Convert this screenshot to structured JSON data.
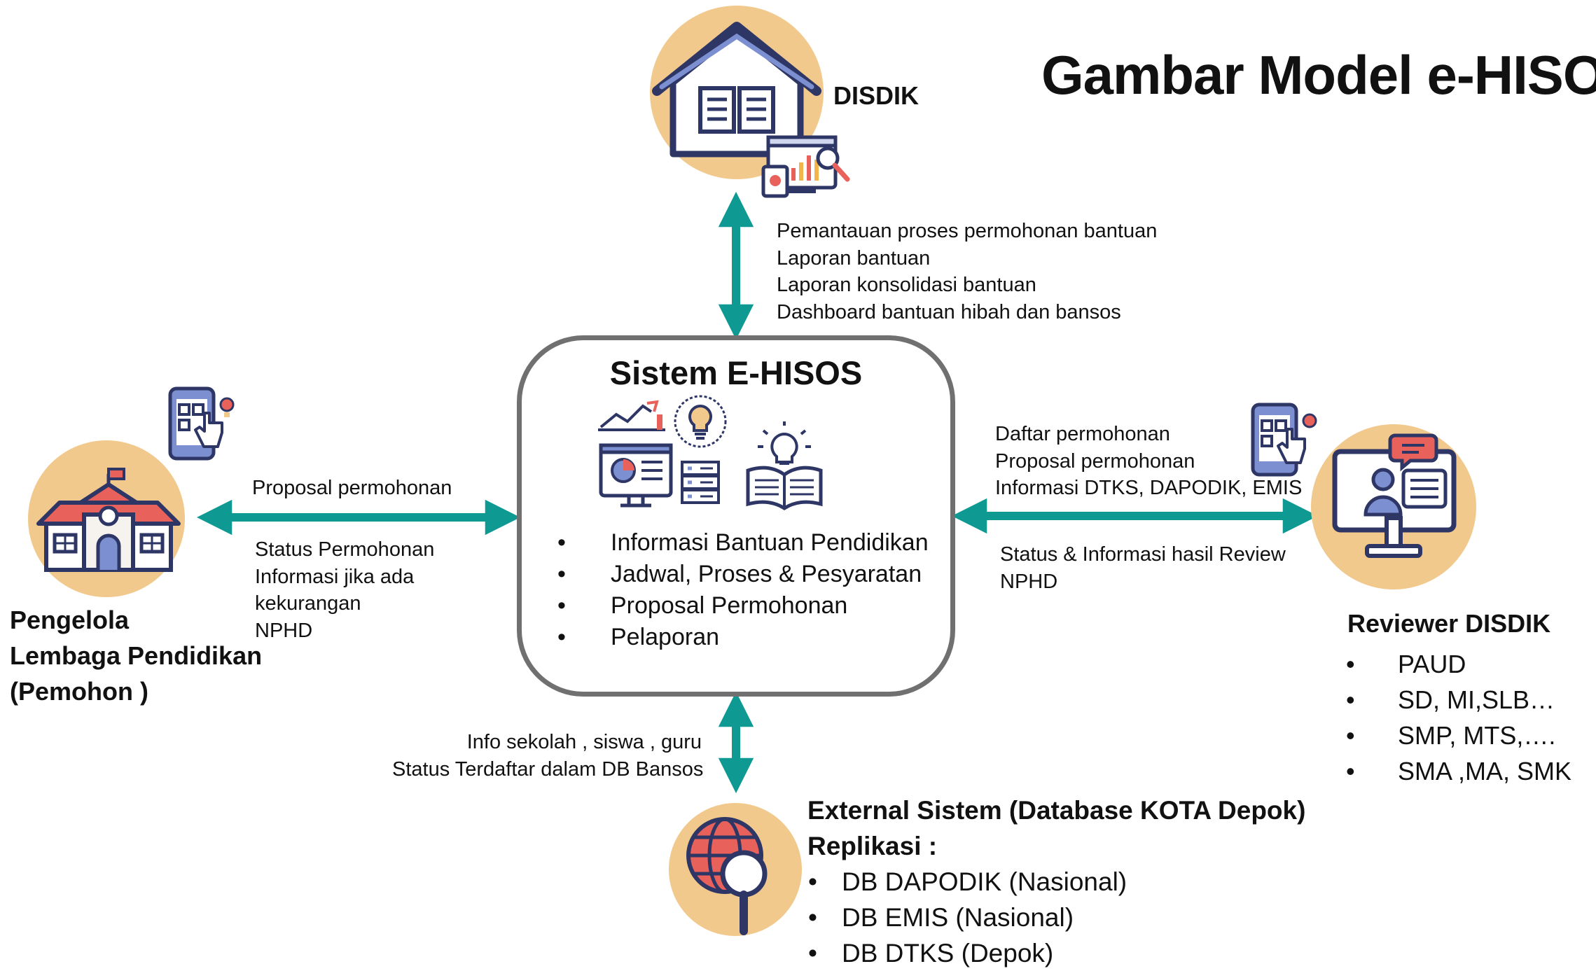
{
  "title": "Gambar Model e-HISOS",
  "disdik": {
    "label": "DISDIK"
  },
  "top_arrow_lines": [
    "Pemantauan proses permohonan bantuan",
    "Laporan bantuan",
    "Laporan konsolidasi bantuan",
    "Dashboard bantuan hibah dan bansos"
  ],
  "center": {
    "title": "Sistem E-HISOS",
    "items": [
      "Informasi Bantuan  Pendidikan",
      "Jadwal, Proses & Pesyaratan",
      "Proposal Permohonan",
      "Pelaporan"
    ]
  },
  "left_arrow": {
    "top_label": "Proposal permohonan",
    "bottom_lines": [
      "Status Permohonan",
      "Informasi jika ada",
      "kekurangan",
      "NPHD"
    ]
  },
  "pemohon": {
    "lines": [
      "Pengelola",
      "Lembaga Pendidikan",
      "(Pemohon )"
    ]
  },
  "right_arrow": {
    "top_lines": [
      "Daftar permohonan",
      "Proposal permohonan",
      "Informasi DTKS, DAPODIK, EMIS"
    ],
    "bottom_lines": [
      "Status  & Informasi hasil Review",
      "NPHD"
    ]
  },
  "reviewer": {
    "title": "Reviewer DISDIK",
    "items": [
      "PAUD",
      "SD, MI,SLB…",
      "SMP, MTS,….",
      "SMA ,MA, SMK"
    ]
  },
  "bottom_arrow_lines": [
    "Info sekolah , siswa , guru",
    "Status Terdaftar dalam DB Bansos"
  ],
  "external": {
    "title": "External Sistem (Database KOTA Depok)",
    "subtitle": "Replikasi :",
    "items": [
      "DB DAPODIK (Nasional)",
      "DB EMIS (Nasional)",
      "DB DTKS  (Depok)"
    ]
  },
  "bullet": "•",
  "colors": {
    "arrow": "#0e9a93",
    "circle": "#f2c98c",
    "navy": "#2e3666",
    "red": "#e8615a",
    "box_border": "#707070"
  },
  "icons": [
    "school-house-icon",
    "book-house-icon",
    "analytics-icon",
    "tablet-touch-icon",
    "monitor-chat-icon",
    "globe-search-icon",
    "chart-icon",
    "lightbulb-icon",
    "server-icon",
    "open-book-icon"
  ]
}
